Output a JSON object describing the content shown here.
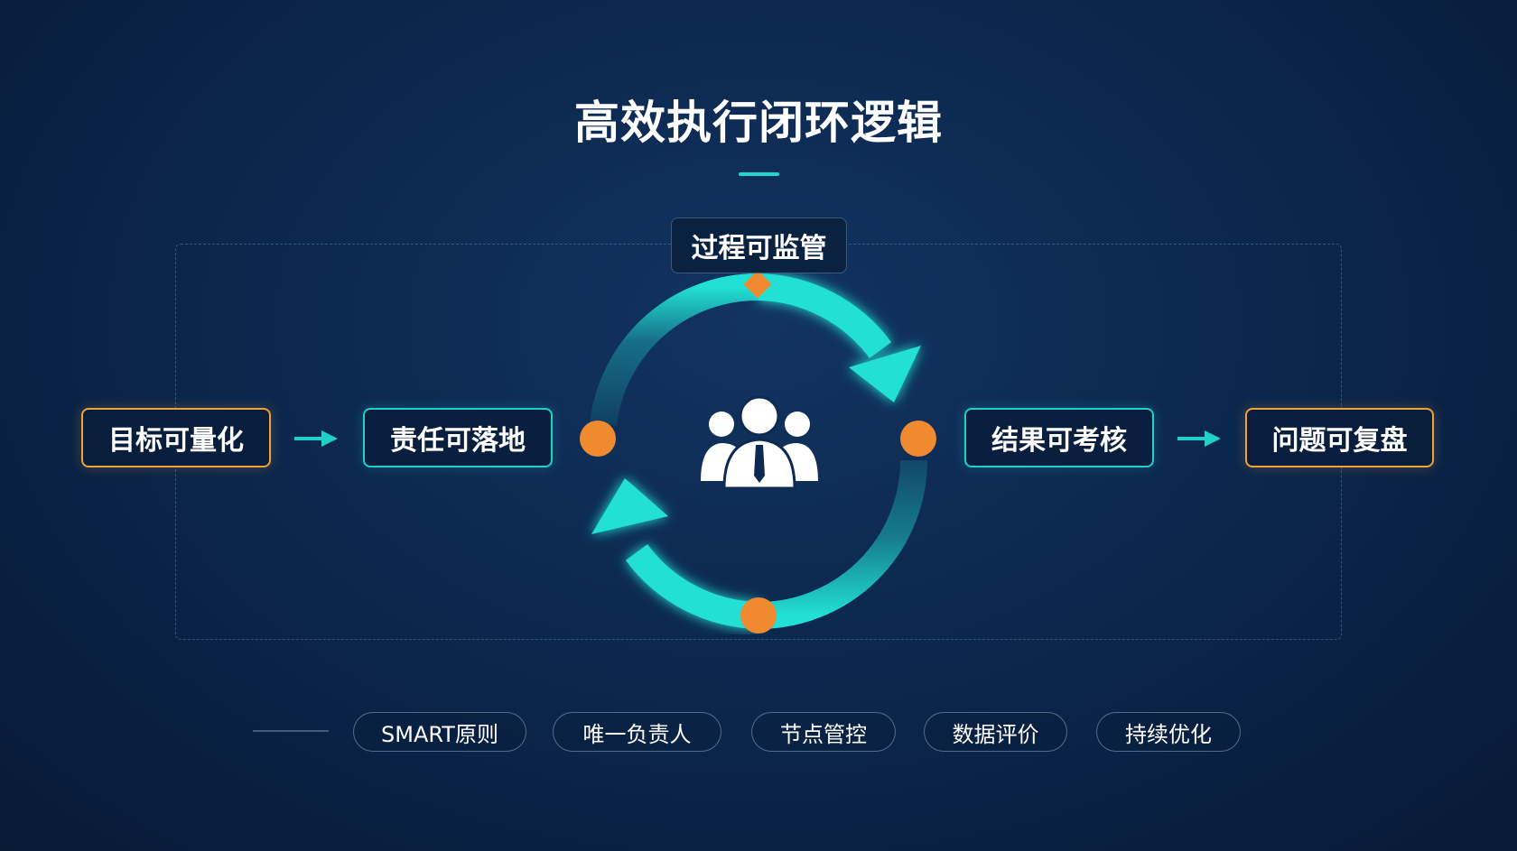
{
  "title": "高效执行闭环逻辑",
  "colors": {
    "teal": "#21d0c8",
    "orange": "#f0a23a",
    "dot": "#f08a30",
    "background": "#0d2a52"
  },
  "center_icon": "people-team-icon",
  "nodes": {
    "step1": "目标可量化",
    "step2": "责任可落地",
    "step3": "过程可监管",
    "step4": "结果可考核",
    "step5": "问题可复盘"
  },
  "tags": [
    "SMART原则",
    "唯一负责人",
    "节点管控",
    "数据评价",
    "持续优化"
  ]
}
